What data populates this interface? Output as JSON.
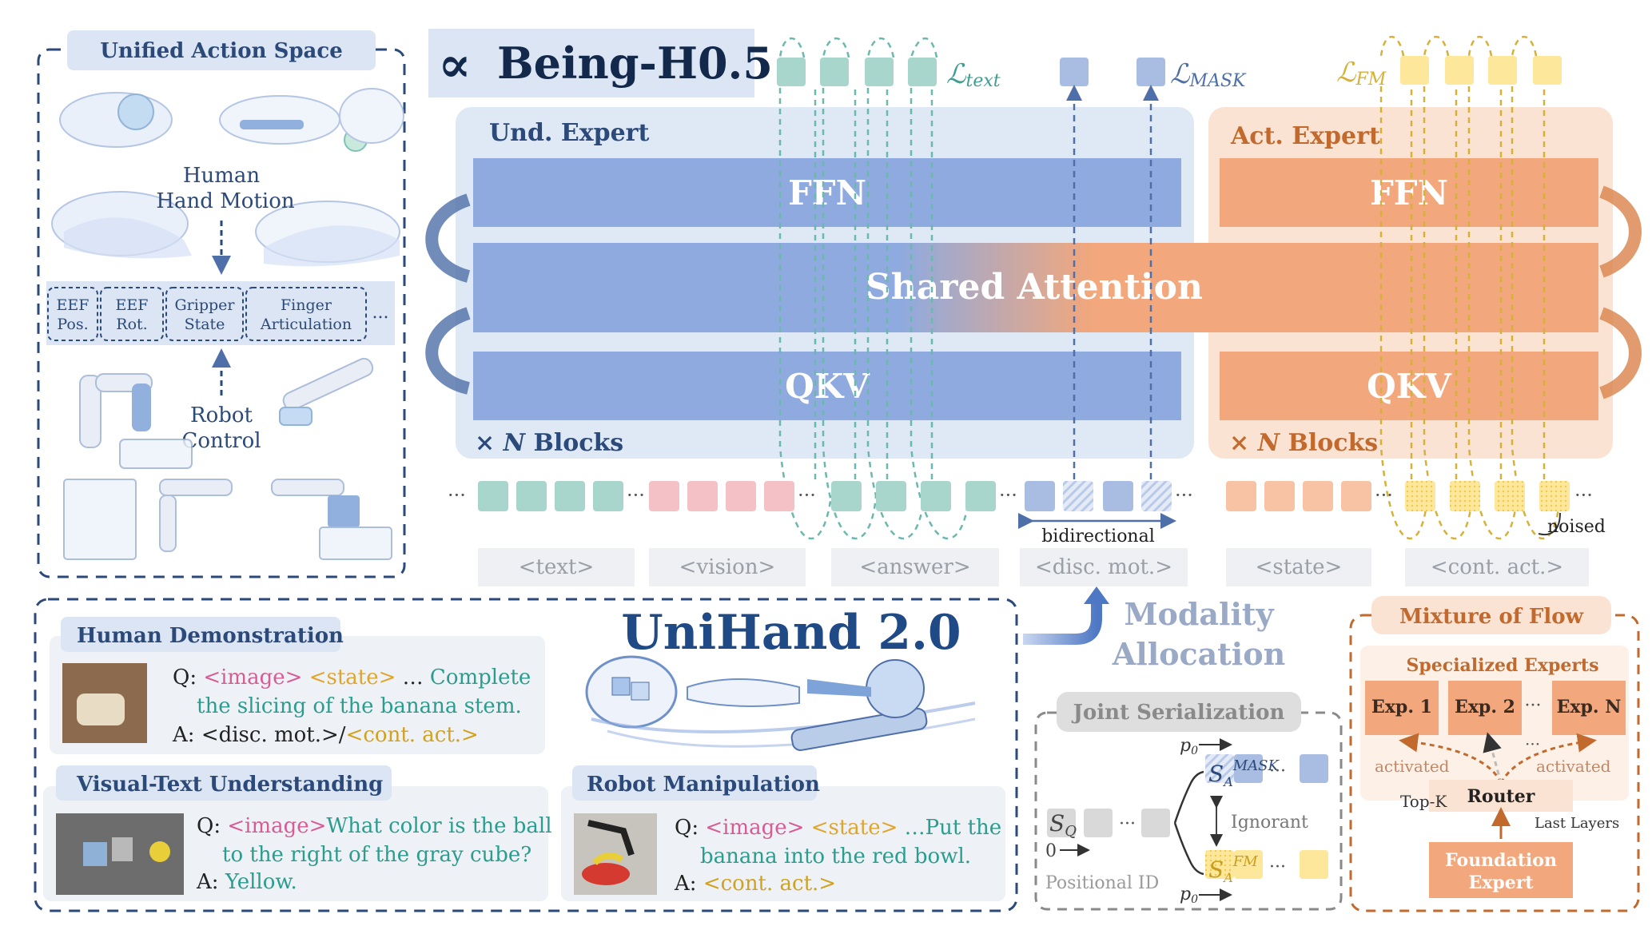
{
  "unified": {
    "title": "Unified Action Space",
    "human_label_1": "Human",
    "human_label_2": "Hand Motion",
    "robot_label_1": "Robot",
    "robot_label_2": "Control",
    "chips": [
      {
        "line1": "EEF",
        "line2": "Pos."
      },
      {
        "line1": "EEF",
        "line2": "Rot."
      },
      {
        "line1": "Gripper",
        "line2": "State"
      },
      {
        "line1": "Finger",
        "line2": "Articulation"
      }
    ],
    "chips_ellipsis": "..."
  },
  "model": {
    "name": "Being-H0.5",
    "logo": "∝",
    "und_expert": "Und. Expert",
    "act_expert": "Act. Expert",
    "ffn": "FFN",
    "qkv": "QKV",
    "shared_attention": "Shared Attention",
    "blocks_times": "×",
    "blocks_n": "N",
    "blocks_label": "Blocks"
  },
  "losses": {
    "text_sym": "ℒ",
    "text_sub": "text",
    "mask_sym": "ℒ",
    "mask_sub": "MASK",
    "fm_sym": "ℒ",
    "fm_sub": "FM"
  },
  "tokens": {
    "ellipsis": "···",
    "bidirectional": "bidirectional",
    "noised": "noised",
    "labels": [
      "<text>",
      "<vision>",
      "<answer>",
      "<disc. mot.>",
      "<state>",
      "<cont. act.>"
    ]
  },
  "colors": {
    "und_blue": "#8faadf",
    "act_orange": "#f2a77c",
    "teal": "#a8d5cc",
    "pink": "#f3c1c6",
    "yellow": "#fde79a",
    "navy": "#2b4a7a",
    "orange_dark": "#c26a2e"
  },
  "unihand": {
    "title": "UniHand 2.0",
    "human_demo": {
      "title": "Human Demonstration",
      "q_prefix": "Q:",
      "q_image": "<image>",
      "q_state": "<state>",
      "q_dots": "…",
      "q_text_1": "Complete",
      "q_text_2": "the slicing of  the banana stem.",
      "a_prefix": "A:",
      "a_disc": "<disc. mot.>/",
      "a_cont": "<cont. act.>"
    },
    "visual_text": {
      "title": "Visual-Text Understanding",
      "q_prefix": "Q:",
      "q_image": "<image>",
      "q_text_1": "What color is the ball",
      "q_text_2": "to the right of  the gray cube?",
      "a_prefix": "A:",
      "a_text": "Yellow."
    },
    "robot_manip": {
      "title": "Robot Manipulation",
      "q_prefix": "Q:",
      "q_image": "<image>",
      "q_state": "<state>",
      "q_text_1": "…Put the",
      "q_text_2": "banana into the red bowl.",
      "a_prefix": "A:",
      "a_cont": "<cont. act.>"
    }
  },
  "modality": {
    "line1": "Modality",
    "line2": "Allocation"
  },
  "joint": {
    "title": "Joint Serialization",
    "sq": "S",
    "sq_sub": "Q",
    "zero": "0",
    "positional_id": "Positional ID",
    "p0_top": "p",
    "p0_top_sub": "0",
    "p0_bottom": "p",
    "p0_bottom_sub": "0",
    "sa_mask": "S",
    "sa_mask_sub": "A",
    "sa_mask_sup": "MASK",
    "sa_fm": "S",
    "sa_fm_sub": "A",
    "sa_fm_sup": "FM",
    "ignorant": "Ignorant",
    "dots": "···"
  },
  "mof": {
    "title": "Mixture of Flow",
    "specialized": "Specialized Experts",
    "experts": [
      "Exp. 1",
      "Exp. 2",
      "Exp. N"
    ],
    "dots": "···",
    "activated_left": "activated",
    "activated_right": "activated",
    "router": "Router",
    "topk": "Top-K",
    "last_layers": "Last Layers",
    "foundation_1": "Foundation",
    "foundation_2": "Expert"
  }
}
